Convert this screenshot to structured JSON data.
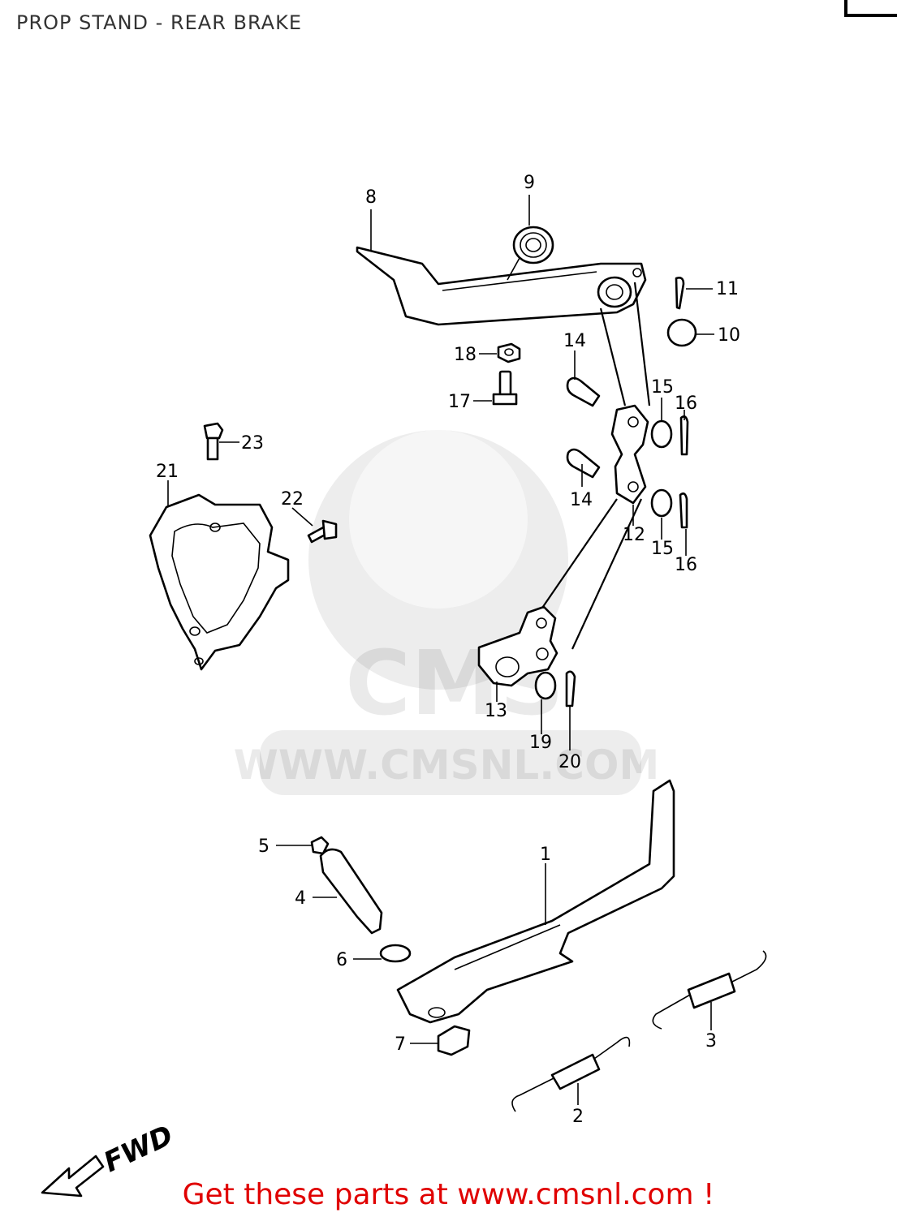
{
  "diagram": {
    "title": "PROP STAND - REAR BRAKE",
    "footer": "Get these parts at www.cmsnl.com !",
    "watermark": {
      "logo": "CMS",
      "url": "WWW.CMSNL.COM"
    },
    "direction_marker": "FWD",
    "callouts": [
      "1",
      "2",
      "3",
      "4",
      "5",
      "6",
      "7",
      "8",
      "9",
      "10",
      "11",
      "12",
      "13",
      "14",
      "14",
      "15",
      "15",
      "16",
      "16",
      "17",
      "18",
      "19",
      "20",
      "21",
      "22",
      "23"
    ],
    "colors": {
      "footer": "#e00000",
      "ink": "#000000"
    }
  }
}
